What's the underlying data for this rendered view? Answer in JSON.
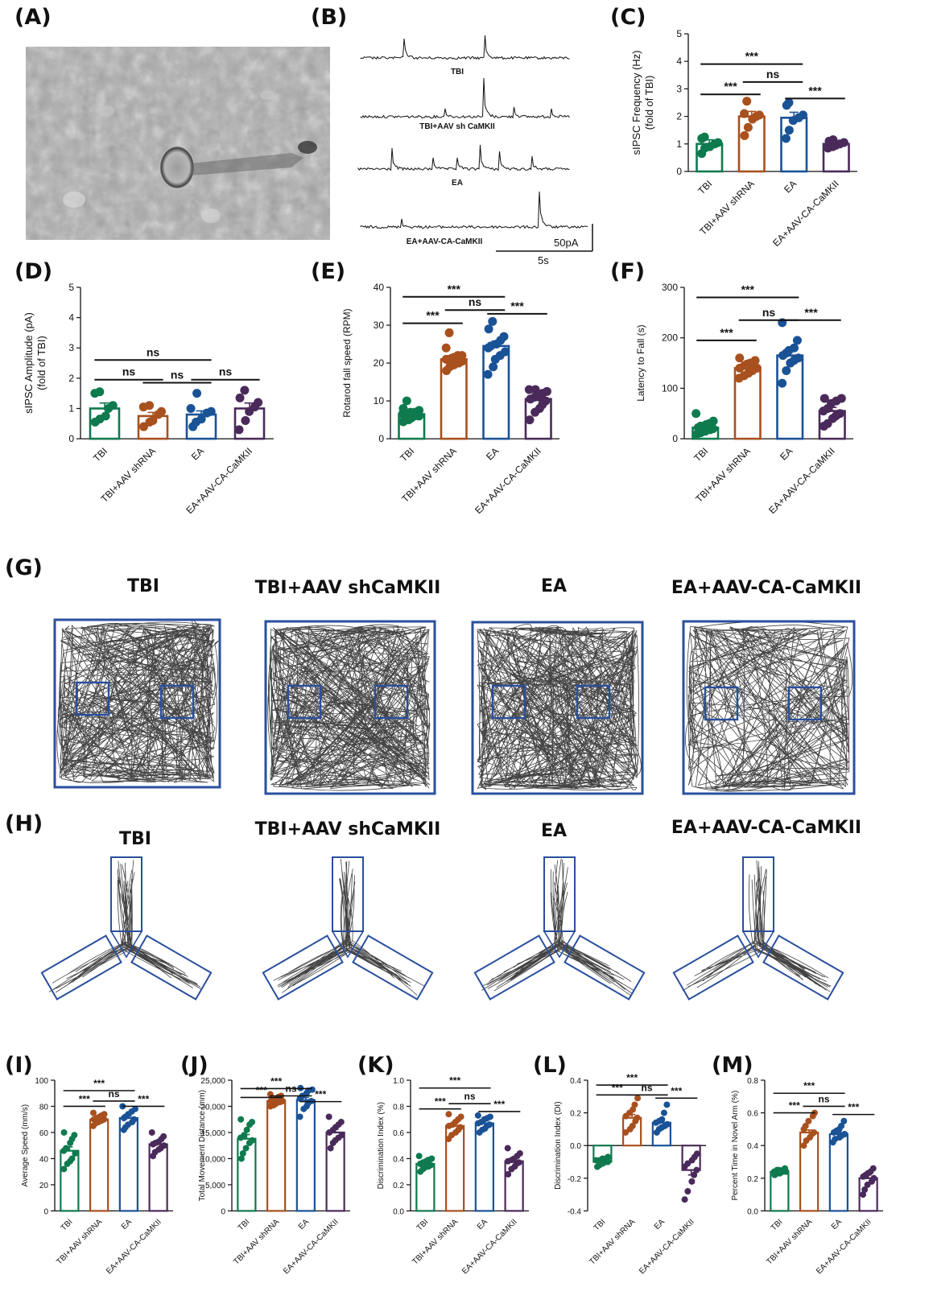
{
  "panel_letters": [
    "(A)",
    "(B)",
    "(C)",
    "(D)",
    "(E)",
    "(F)",
    "(G)",
    "(H)",
    "(I)",
    "(J)",
    "(K)",
    "(L)",
    "(M)"
  ],
  "colors": {
    "TBI": "#0e7a4e",
    "TBI+AAV shRNA": "#a8501e",
    "EA": "#1a5296",
    "EA+AAV-CA-CaMKII": "#4a2a5a",
    "arena": "#2a4f9e"
  },
  "traces": {
    "labels": [
      "TBI",
      "TBI+AAV sh CaMKII",
      "EA",
      "EA+AAV-CA-CaMKII"
    ],
    "scale_y": "50pA",
    "scale_x": "5s"
  },
  "group_titles": [
    "TBI",
    "TBI+AAV shCaMKII",
    "EA",
    "EA+AAV-CA-CaMKII"
  ],
  "chart_data": [
    {
      "id": "C",
      "type": "bar",
      "categories": [
        "TBI",
        "TBI+AAV shRNA",
        "EA",
        "EA+AAV-CA-CaMKII"
      ],
      "values": [
        1.0,
        2.0,
        1.95,
        1.0
      ],
      "errors": [
        0.15,
        0.18,
        0.2,
        0.06
      ],
      "ylabel": "sIPSC Frequency (Hz)",
      "ylabel2": "(fold of TBI)",
      "ylim": [
        0,
        5
      ],
      "yticks": [
        0,
        1,
        2,
        3,
        4,
        5
      ],
      "ytick_labels": [
        "0",
        "1",
        "2",
        "3",
        "4",
        "5"
      ],
      "points": [
        [
          0.65,
          0.85,
          0.9,
          1.0,
          1.05,
          1.2,
          1.25
        ],
        [
          1.3,
          1.6,
          1.9,
          2.0,
          2.05,
          2.1,
          2.55
        ],
        [
          1.2,
          1.5,
          1.85,
          1.95,
          2.05,
          2.4,
          2.5
        ],
        [
          0.85,
          0.9,
          0.95,
          1.0,
          1.05,
          1.1,
          1.15
        ]
      ],
      "sig": [
        {
          "a": 0,
          "b": 2,
          "label": "***",
          "y": 3.9
        },
        {
          "a": 0,
          "b": 1,
          "label": "***",
          "y": 2.8
        },
        {
          "a": 1,
          "b": 2,
          "label": "ns",
          "y": 3.25
        },
        {
          "a": 2,
          "b": 3,
          "label": "***",
          "y": 2.65
        }
      ]
    },
    {
      "id": "D",
      "type": "bar",
      "categories": [
        "TBI",
        "TBI+AAV shRNA",
        "EA",
        "EA+AAV-CA-CaMKII"
      ],
      "values": [
        1.0,
        0.75,
        0.8,
        1.0
      ],
      "errors": [
        0.18,
        0.12,
        0.12,
        0.18
      ],
      "ylabel": "sIPSC Amplitude (pA)",
      "ylabel2": "(fold of TBI)",
      "ylim": [
        0,
        5
      ],
      "yticks": [
        0,
        1,
        2,
        3,
        4,
        5
      ],
      "ytick_labels": [
        "0",
        "1",
        "2",
        "3",
        "4",
        "5"
      ],
      "points": [
        [
          0.55,
          0.65,
          0.75,
          1.0,
          1.1,
          1.5,
          1.55
        ],
        [
          0.4,
          0.55,
          0.6,
          0.8,
          0.9,
          1.05,
          1.1
        ],
        [
          0.4,
          0.55,
          0.65,
          0.85,
          0.9,
          1.0,
          1.5
        ],
        [
          0.3,
          0.6,
          0.9,
          1.05,
          1.2,
          1.35,
          1.6
        ]
      ],
      "sig": [
        {
          "a": 0,
          "b": 2,
          "label": "ns",
          "y": 2.6
        },
        {
          "a": 0,
          "b": 1,
          "label": "ns",
          "y": 1.95
        },
        {
          "a": 1,
          "b": 2,
          "label": "ns",
          "y": 1.85
        },
        {
          "a": 2,
          "b": 3,
          "label": "ns",
          "y": 1.95
        }
      ]
    },
    {
      "id": "E",
      "type": "bar",
      "categories": [
        "TBI",
        "TBI+AAV shRNA",
        "EA",
        "EA+AAV-CA-CaMKII"
      ],
      "values": [
        6.5,
        21,
        24.5,
        10.5
      ],
      "errors": [
        0.6,
        1.2,
        1.3,
        1.0
      ],
      "ylabel": "Rotarod fall speed (RPM)",
      "ylabel2": "",
      "ylim": [
        0,
        40
      ],
      "yticks": [
        0,
        10,
        20,
        30,
        40
      ],
      "ytick_labels": [
        "0",
        "10",
        "20",
        "30",
        "40"
      ],
      "points": [
        [
          4.5,
          5,
          5.5,
          6,
          6,
          6.5,
          6.5,
          7,
          7,
          7.5,
          8,
          10
        ],
        [
          18,
          19,
          19.5,
          20,
          20.5,
          21,
          21,
          21.5,
          22,
          22,
          24,
          28
        ],
        [
          17,
          19,
          21,
          22,
          23,
          24,
          24.5,
          25,
          26,
          27,
          29,
          31
        ],
        [
          5,
          7,
          8,
          9,
          10,
          10.5,
          11,
          11,
          12,
          12.5,
          13,
          13
        ]
      ],
      "sig": [
        {
          "a": 0,
          "b": 2,
          "label": "***",
          "y": 37.5
        },
        {
          "a": 0,
          "b": 1,
          "label": "***",
          "y": 30.5
        },
        {
          "a": 1,
          "b": 2,
          "label": "ns",
          "y": 34
        },
        {
          "a": 2,
          "b": 3,
          "label": "***",
          "y": 33
        }
      ]
    },
    {
      "id": "F",
      "type": "bar",
      "categories": [
        "TBI",
        "TBI+AAV shRNA",
        "EA",
        "EA+AAV-CA-CaMKII"
      ],
      "values": [
        22,
        140,
        165,
        55
      ],
      "errors": [
        5,
        6,
        10,
        7
      ],
      "ylabel": "Latency to Fall (s)",
      "ylabel2": "",
      "ylim": [
        0,
        300
      ],
      "yticks": [
        0,
        100,
        200,
        300
      ],
      "ytick_labels": [
        "0",
        "100",
        "200",
        "300"
      ],
      "points": [
        [
          8,
          12,
          15,
          18,
          20,
          22,
          25,
          28,
          30,
          35,
          50
        ],
        [
          120,
          125,
          130,
          135,
          140,
          140,
          145,
          148,
          150,
          155,
          160
        ],
        [
          110,
          135,
          150,
          155,
          160,
          165,
          170,
          175,
          180,
          195,
          230
        ],
        [
          25,
          30,
          40,
          45,
          50,
          55,
          60,
          70,
          75,
          80,
          80
        ]
      ],
      "sig": [
        {
          "a": 0,
          "b": 2,
          "label": "***",
          "y": 280
        },
        {
          "a": 0,
          "b": 1,
          "label": "***",
          "y": 195
        },
        {
          "a": 1,
          "b": 2,
          "label": "ns",
          "y": 235
        },
        {
          "a": 2,
          "b": 3,
          "label": "***",
          "y": 235
        }
      ]
    },
    {
      "id": "I",
      "type": "bar",
      "categories": [
        "TBI",
        "TBI+AAV shRNA",
        "EA",
        "EA+AAV-CA-CaMKII"
      ],
      "values": [
        46,
        70,
        71,
        51
      ],
      "errors": [
        3,
        1.2,
        1.5,
        1.5
      ],
      "ylabel": "Average Speed (mm/s)",
      "ylabel2": "",
      "ylim": [
        0,
        100
      ],
      "yticks": [
        0,
        20,
        40,
        60,
        80,
        100
      ],
      "ytick_labels": [
        "0",
        "20",
        "40",
        "60",
        "80",
        "100"
      ],
      "points": [
        [
          32,
          36,
          38,
          40,
          44,
          46,
          48,
          52,
          55,
          58,
          60
        ],
        [
          65,
          67,
          68,
          69,
          70,
          70,
          71,
          72,
          73,
          74,
          75
        ],
        [
          62,
          64,
          66,
          68,
          70,
          71,
          72,
          74,
          76,
          78,
          80
        ],
        [
          42,
          45,
          47,
          48,
          50,
          51,
          52,
          53,
          55,
          57,
          60
        ]
      ],
      "sig": [
        {
          "a": 0,
          "b": 2,
          "label": "***",
          "y": 92
        },
        {
          "a": 0,
          "b": 1,
          "label": "***",
          "y": 80
        },
        {
          "a": 1,
          "b": 2,
          "label": "ns",
          "y": 84
        },
        {
          "a": 2,
          "b": 3,
          "label": "***",
          "y": 80
        }
      ]
    },
    {
      "id": "J",
      "type": "bar",
      "categories": [
        "TBI",
        "TBI+AAV shRNA",
        "EA",
        "EA+AAV-CA-CaMKII"
      ],
      "values": [
        13800,
        21000,
        21200,
        15000
      ],
      "errors": [
        800,
        400,
        500,
        600
      ],
      "ylabel": "Total Movement Distance (mm)",
      "ylabel2": "",
      "ylim": [
        0,
        25000
      ],
      "yticks": [
        0,
        5000,
        10000,
        15000,
        20000,
        25000
      ],
      "ytick_labels": [
        "0",
        "5,000",
        "10,000",
        "15,000",
        "20,000",
        "25,000"
      ],
      "points": [
        [
          10000,
          11000,
          12000,
          13000,
          13500,
          14000,
          14500,
          15500,
          16500,
          17000,
          17500
        ],
        [
          20000,
          20200,
          20500,
          20800,
          21000,
          21000,
          21200,
          21500,
          21800,
          22000,
          22300
        ],
        [
          18000,
          19500,
          20000,
          20500,
          21000,
          21500,
          22000,
          22500,
          23000,
          23200,
          23500
        ],
        [
          12000,
          13000,
          13500,
          14000,
          14500,
          15000,
          15500,
          16000,
          16500,
          17000,
          18000
        ]
      ],
      "sig": [
        {
          "a": 0,
          "b": 2,
          "label": "***",
          "y": 23400
        },
        {
          "a": 0,
          "b": 1,
          "label": "***",
          "y": 21700
        },
        {
          "a": 1,
          "b": 2,
          "label": "ns",
          "y": 22000
        },
        {
          "a": 2,
          "b": 3,
          "label": "***",
          "y": 20900
        }
      ]
    },
    {
      "id": "K",
      "type": "bar",
      "categories": [
        "TBI",
        "TBI+AAV shRNA",
        "EA",
        "EA+AAV-CA-CaMKII"
      ],
      "values": [
        0.36,
        0.65,
        0.67,
        0.38
      ],
      "errors": [
        0.015,
        0.02,
        0.018,
        0.02
      ],
      "ylabel": "Discrimination Index (%)",
      "ylabel2": "",
      "ylim": [
        0,
        1.0
      ],
      "yticks": [
        0,
        0.2,
        0.4,
        0.6,
        0.8,
        1.0
      ],
      "ytick_labels": [
        "0.0",
        "0.2",
        "0.4",
        "0.6",
        "0.8",
        "1.0"
      ],
      "points": [
        [
          0.3,
          0.32,
          0.33,
          0.34,
          0.35,
          0.36,
          0.37,
          0.38,
          0.39,
          0.4,
          0.42
        ],
        [
          0.55,
          0.58,
          0.6,
          0.62,
          0.64,
          0.65,
          0.66,
          0.68,
          0.7,
          0.72,
          0.74
        ],
        [
          0.6,
          0.62,
          0.63,
          0.65,
          0.66,
          0.67,
          0.68,
          0.7,
          0.71,
          0.72,
          0.73
        ],
        [
          0.28,
          0.32,
          0.34,
          0.36,
          0.37,
          0.38,
          0.39,
          0.4,
          0.42,
          0.44,
          0.48
        ]
      ],
      "sig": [
        {
          "a": 0,
          "b": 2,
          "label": "***",
          "y": 0.94
        },
        {
          "a": 0,
          "b": 1,
          "label": "***",
          "y": 0.78
        },
        {
          "a": 1,
          "b": 2,
          "label": "ns",
          "y": 0.82
        },
        {
          "a": 2,
          "b": 3,
          "label": "***",
          "y": 0.76
        }
      ]
    },
    {
      "id": "L",
      "type": "bar",
      "categories": [
        "TBI",
        "TBI+AAV shRNA",
        "EA",
        "EA+AAV-CA-CaMKII"
      ],
      "values": [
        -0.1,
        0.17,
        0.14,
        -0.15
      ],
      "errors": [
        0.01,
        0.02,
        0.015,
        0.03
      ],
      "ylabel": "Discrimination Index (DI)",
      "ylabel2": "",
      "ylim": [
        -0.4,
        0.4
      ],
      "yticks": [
        -0.4,
        -0.2,
        0,
        0.2,
        0.4
      ],
      "ytick_labels": [
        "-0.4",
        "-0.2",
        "0.0",
        "0.2",
        "0.4"
      ],
      "points": [
        [
          -0.13,
          -0.12,
          -0.11,
          -0.1,
          -0.1,
          -0.09,
          -0.09,
          -0.08,
          -0.08,
          -0.07
        ],
        [
          0.08,
          0.1,
          0.12,
          0.15,
          0.17,
          0.18,
          0.2,
          0.22,
          0.25,
          0.29
        ],
        [
          0.08,
          0.1,
          0.11,
          0.12,
          0.13,
          0.14,
          0.15,
          0.16,
          0.2,
          0.25
        ],
        [
          -0.33,
          -0.28,
          -0.22,
          -0.18,
          -0.15,
          -0.13,
          -0.11,
          -0.09,
          -0.07,
          -0.05
        ]
      ],
      "sig": [
        {
          "a": 0,
          "b": 2,
          "label": "***",
          "y": 0.37
        },
        {
          "a": 0,
          "b": 1,
          "label": "***",
          "y": 0.31
        },
        {
          "a": 1,
          "b": 2,
          "label": "ns",
          "y": 0.31
        },
        {
          "a": 2,
          "b": 3,
          "label": "***",
          "y": 0.29
        }
      ]
    },
    {
      "id": "M",
      "type": "bar",
      "categories": [
        "TBI",
        "TBI+AAV shRNA",
        "EA",
        "EA+AAV-CA-CaMKII"
      ],
      "values": [
        0.24,
        0.48,
        0.47,
        0.2
      ],
      "errors": [
        0.005,
        0.015,
        0.01,
        0.02
      ],
      "ylabel": "Percent Time in Novel Arm (%)",
      "ylabel2": "",
      "ylim": [
        0,
        0.8
      ],
      "yticks": [
        0,
        0.2,
        0.4,
        0.6,
        0.8
      ],
      "ytick_labels": [
        "0.0",
        "0.2",
        "0.4",
        "0.6",
        "0.8"
      ],
      "points": [
        [
          0.22,
          0.23,
          0.23,
          0.24,
          0.24,
          0.24,
          0.25,
          0.25,
          0.25,
          0.26
        ],
        [
          0.4,
          0.43,
          0.45,
          0.47,
          0.48,
          0.5,
          0.52,
          0.55,
          0.58,
          0.6
        ],
        [
          0.42,
          0.44,
          0.45,
          0.46,
          0.47,
          0.48,
          0.49,
          0.5,
          0.52,
          0.55
        ],
        [
          0.1,
          0.13,
          0.16,
          0.18,
          0.2,
          0.21,
          0.22,
          0.23,
          0.24,
          0.26
        ]
      ],
      "sig": [
        {
          "a": 0,
          "b": 2,
          "label": "***",
          "y": 0.72
        },
        {
          "a": 0,
          "b": 1,
          "label": "***",
          "y": 0.6
        },
        {
          "a": 1,
          "b": 2,
          "label": "ns",
          "y": 0.64
        },
        {
          "a": 2,
          "b": 3,
          "label": "***",
          "y": 0.59
        }
      ]
    }
  ]
}
